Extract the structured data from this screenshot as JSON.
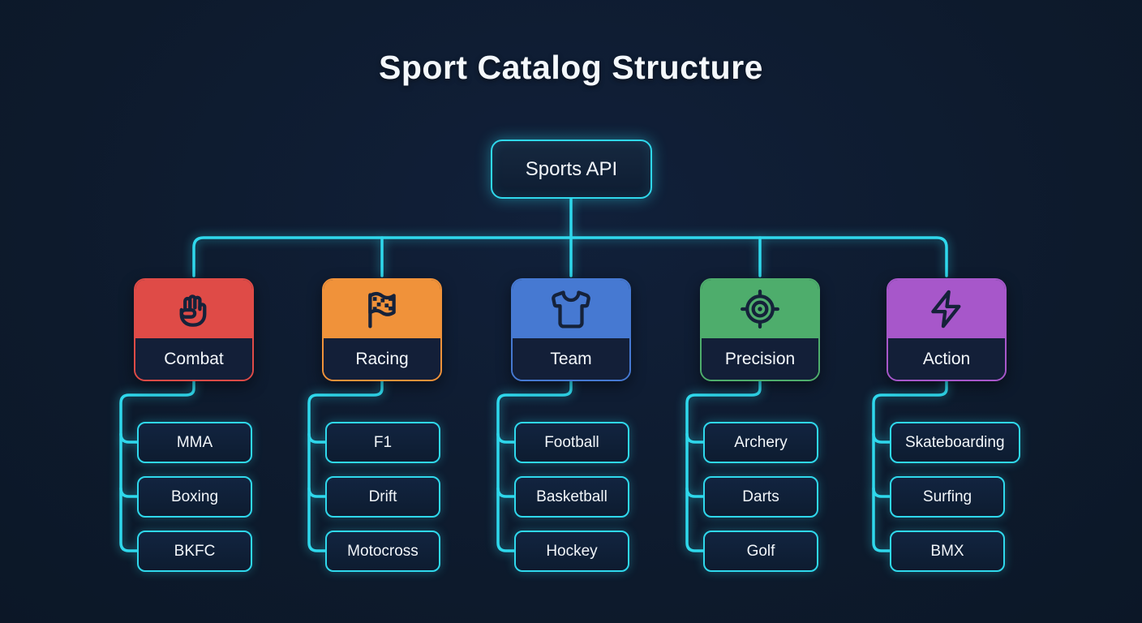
{
  "page": {
    "title": "Sport Catalog Structure",
    "background_color": "#0d1a2c",
    "line_color": "#2fd8ec",
    "text_color": "#f4f8fc"
  },
  "root": {
    "label": "Sports API"
  },
  "categories": [
    {
      "label": "Combat",
      "icon": "fist-icon",
      "color": "#df4b47",
      "children": [
        "MMA",
        "Boxing",
        "BKFC"
      ]
    },
    {
      "label": "Racing",
      "icon": "checkered-flag-icon",
      "color": "#f0923a",
      "children": [
        "F1",
        "Drift",
        "Motocross"
      ]
    },
    {
      "label": "Team",
      "icon": "tshirt-icon",
      "color": "#4679d2",
      "children": [
        "Football",
        "Basketball",
        "Hockey"
      ]
    },
    {
      "label": "Precision",
      "icon": "target-icon",
      "color": "#4ead6c",
      "children": [
        "Archery",
        "Darts",
        "Golf"
      ]
    },
    {
      "label": "Action",
      "icon": "lightning-icon",
      "color": "#a757ca",
      "children": [
        "Skateboarding",
        "Surfing",
        "BMX"
      ]
    }
  ]
}
